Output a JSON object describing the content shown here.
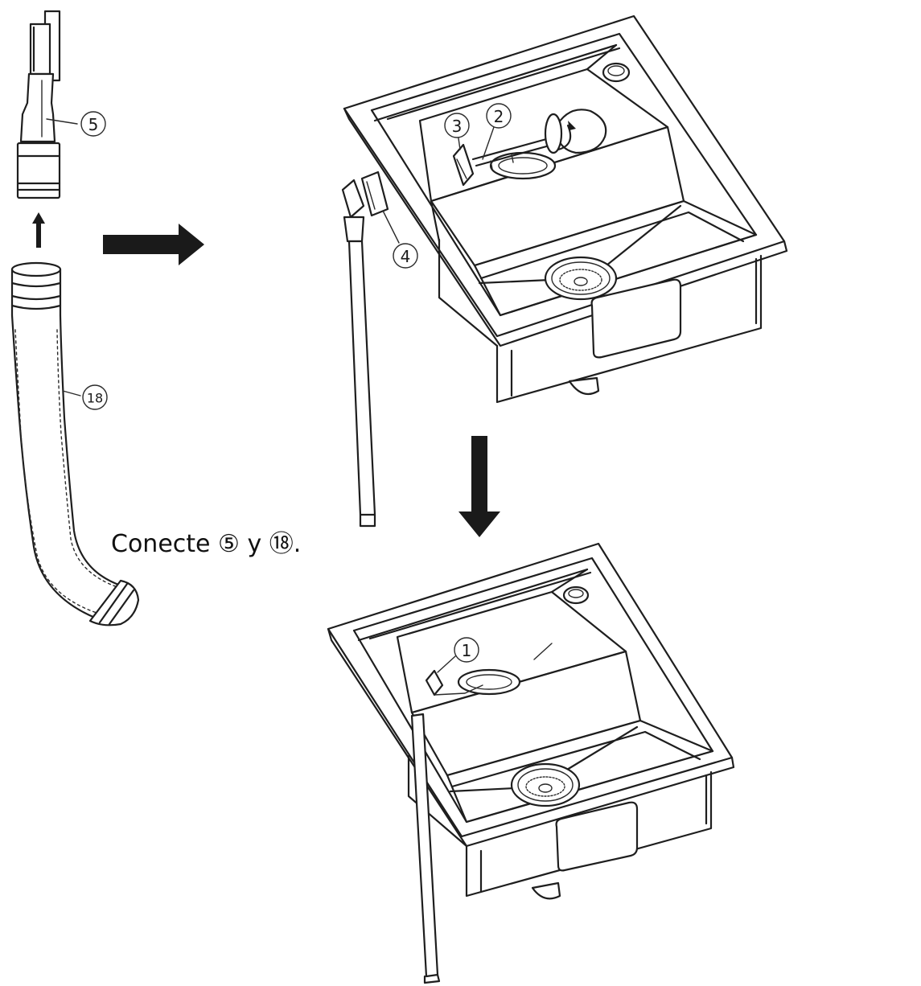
{
  "instruction_text": "Conecte ⑤ y ⑱.",
  "callouts": {
    "c5": "5",
    "c18": "18",
    "c3": "3",
    "c2": "2",
    "c4": "4",
    "c1": "1"
  }
}
